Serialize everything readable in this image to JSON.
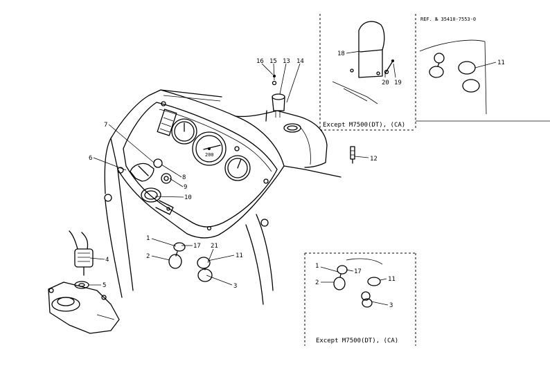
{
  "reference": {
    "text": "REF. № 35410-7553-0"
  },
  "insets": {
    "top": {
      "caption": "Except M7500(DT), (CA)"
    },
    "bottom": {
      "caption": "Except M7500(DT), (CA)"
    }
  },
  "callouts": {
    "c1": "1",
    "c2": "2",
    "c3": "3",
    "c4": "4",
    "c5": "5",
    "c6": "6",
    "c7": "7",
    "c8": "8",
    "c9": "9",
    "c10": "10",
    "c11": "11",
    "c12": "12",
    "c13": "13",
    "c14": "14",
    "c15": "15",
    "c16": "16",
    "c17": "17",
    "c18": "18",
    "c19": "19",
    "c20": "20",
    "c21": "21",
    "i1": "1",
    "i2": "2",
    "i3": "3",
    "i11": "11",
    "i17": "17",
    "r11": "11"
  }
}
